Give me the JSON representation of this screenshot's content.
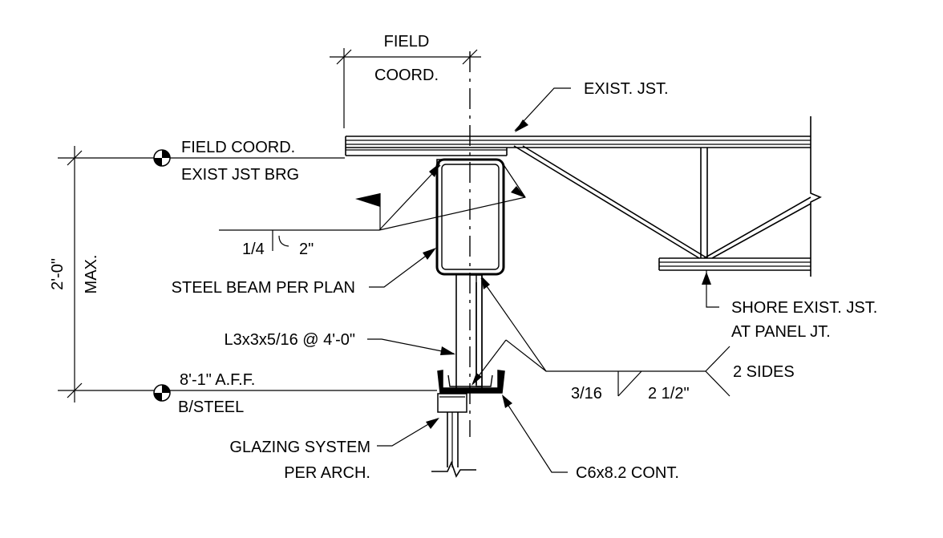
{
  "labels": {
    "field_coord_top": "FIELD",
    "field_coord_bottom": "COORD.",
    "exist_jst": "EXIST. JST.",
    "elev1_line1": "FIELD COORD.",
    "elev1_line2": "EXIST JST BRG",
    "dim_vertical": "2'-0\"",
    "dim_max": "MAX.",
    "weld1_size": "1/4",
    "weld1_length": "2\"",
    "steel_beam": "STEEL BEAM PER PLAN",
    "shore_line1": "SHORE EXIST. JST.",
    "shore_line2": "AT PANEL JT.",
    "angle_member": "L3x3x5/16 @ 4'-0\"",
    "weld2_size": "3/16",
    "weld2_length": "2 1/2\"",
    "weld2_sides": "2 SIDES",
    "elev2_line1": "8'-1\" A.F.F.",
    "elev2_line2": "B/STEEL",
    "glazing_line1": "GLAZING SYSTEM",
    "glazing_line2": "PER ARCH.",
    "channel_member": "C6x8.2 CONT."
  },
  "colors": {
    "ink": "#000000",
    "paper": "#ffffff"
  }
}
